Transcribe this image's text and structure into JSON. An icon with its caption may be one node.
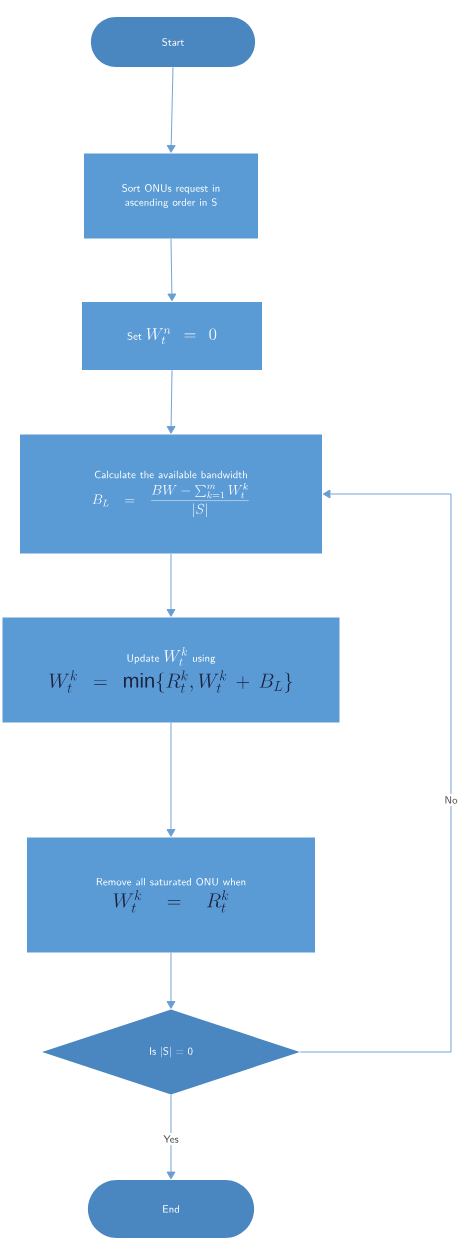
{
  "diagram": {
    "nodes": [
      {
        "text": [
          "Start"
        ]
      },
      {
        "text": [
          "Sort ONUs request in ascending order in S"
        ]
      },
      {
        "text": [
          "Set",
          "W_t^n = 0"
        ]
      },
      {
        "text": [
          "Calculate the available bandwidth",
          "B_L = \\frac{BW - \\sum_{k=1}^{m} W_t^k}{|S|}"
        ]
      },
      {
        "text": [
          "Update",
          "W_t^k",
          "using",
          "W_t^k = \\min\\{R_t^k, W_t^k + B_L\\}"
        ]
      },
      {
        "text": [
          "Remove all saturated ONU when",
          "W_t^k = R_t^k"
        ]
      },
      {
        "text": [
          "Is |S| = 0"
        ]
      },
      {
        "text": [
          "End"
        ]
      }
    ],
    "edges": [
      {
        "from": 0,
        "to": 1,
        "arrow": "to"
      },
      {
        "from": 1,
        "to": 2,
        "arrow": "to"
      },
      {
        "from": 2,
        "to": 3,
        "arrow": "to"
      },
      {
        "from": 3,
        "to": 4,
        "arrow": "to"
      },
      {
        "from": 4,
        "to": 5,
        "arrow": "to"
      },
      {
        "from": 5,
        "to": 6,
        "arrow": "to"
      },
      {
        "from": 6,
        "to": 3,
        "arrow": "to",
        "label": "No"
      },
      {
        "from": 6,
        "to": 7,
        "arrow": "to",
        "label": "Yes"
      }
    ]
  }
}
